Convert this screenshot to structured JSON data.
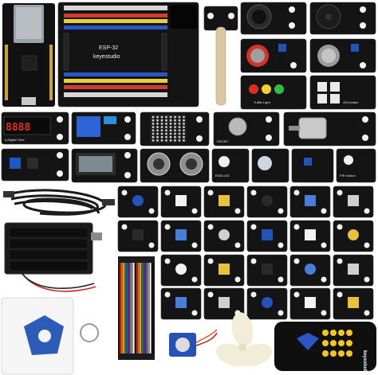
{
  "board": {
    "title": "ESP-32",
    "brand": "keyestudio"
  },
  "modules": {
    "seven_seg": "4-Digital Tube",
    "seven_seg_digits": "8888",
    "rtc": "DS1307",
    "rgb": "RGB LED",
    "traffic": "Traffic Light",
    "key_pad": "4X4 button",
    "pir": "PIR motion",
    "remote_brand": "keyestudio"
  }
}
